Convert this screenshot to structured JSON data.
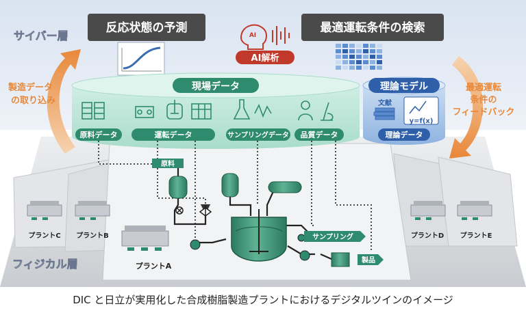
{
  "layers": {
    "cyber": "サイバー層",
    "physical": "フィジカル層"
  },
  "top": {
    "predict": "反応状態の予測",
    "search": "最適運転条件の検索",
    "ai_badge": "AI",
    "ai_label": "AI解析"
  },
  "flows": {
    "left": [
      "製造データ",
      "の取り込み"
    ],
    "right": [
      "最適運転",
      "条件の",
      "フィードバック"
    ]
  },
  "site_data": {
    "title": "現場データ",
    "chips": [
      "原料データ",
      "運転データ",
      "サンプリングデータ",
      "品質データ"
    ]
  },
  "theory": {
    "title": "理論モデル",
    "doc": "文献",
    "formula": "y=f(x)",
    "chip": "理論データ"
  },
  "plants": [
    "プラントC",
    "プラントB",
    "プラントA",
    "プラントD",
    "プラントE"
  ],
  "process": {
    "raw": "原料",
    "sampling": "サンプリング",
    "product": "製品"
  },
  "caption": "DIC と日立が実用化した合成樹脂製造プラントにおけるデジタルツインのイメージ",
  "colors": {
    "teal": "#2e8b6e",
    "dark": "#4a4a4a",
    "orange": "#e8883a",
    "red": "#c0392b",
    "blue": "#3a6db0"
  }
}
